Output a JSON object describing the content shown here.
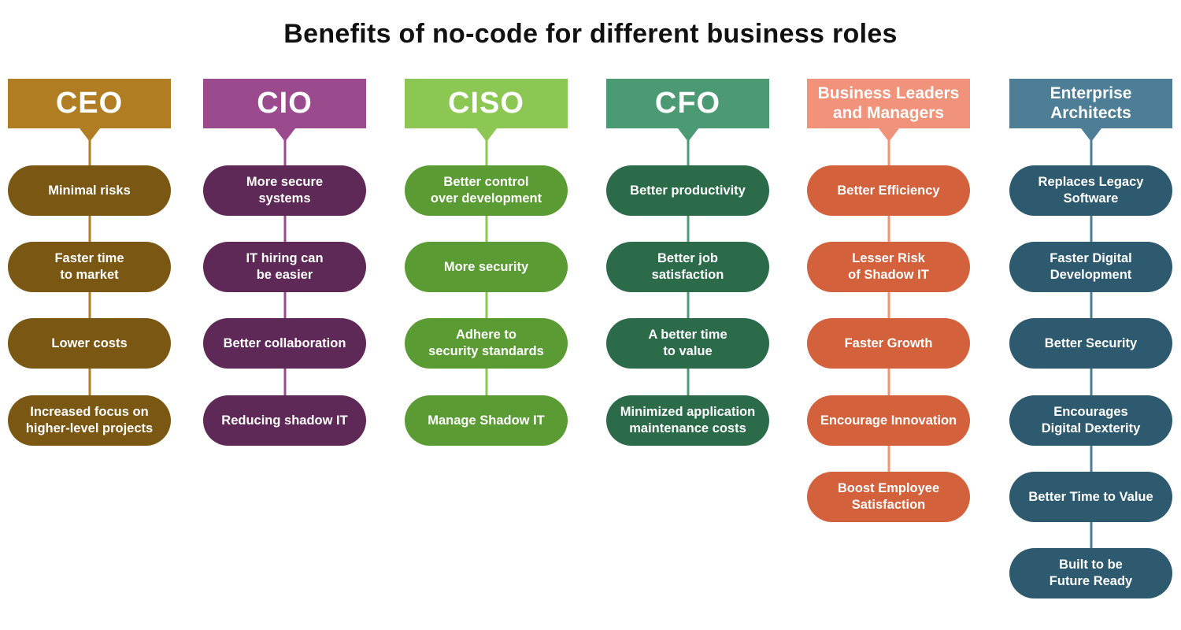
{
  "title": "Benefits of no-code for different business roles",
  "columns": [
    {
      "role": "CEO",
      "header_color": "#b07d22",
      "pill_color": "#7a5814",
      "benefits": [
        "Minimal risks",
        "Faster time\nto market",
        "Lower costs",
        "Increased focus on\nhigher-level projects"
      ]
    },
    {
      "role": "CIO",
      "header_color": "#9b4a8e",
      "pill_color": "#5e2957",
      "benefits": [
        "More secure\nsystems",
        "IT hiring can\nbe easier",
        "Better collaboration",
        "Reducing shadow IT"
      ]
    },
    {
      "role": "CISO",
      "header_color": "#8cc653",
      "pill_color": "#5b9b33",
      "benefits": [
        "Better control\nover development",
        "More security",
        "Adhere to\nsecurity standards",
        "Manage Shadow IT"
      ]
    },
    {
      "role": "CFO",
      "header_color": "#4c9a73",
      "pill_color": "#2c6b4a",
      "benefits": [
        "Better productivity",
        "Better job\nsatisfaction",
        "A better time\nto value",
        "Minimized application\nmaintenance costs"
      ]
    },
    {
      "role": "Business Leaders\nand Managers",
      "header_color": "#f0937a",
      "pill_color": "#d2613c",
      "benefits": [
        "Better Efficiency",
        "Lesser Risk\nof Shadow IT",
        "Faster Growth",
        "Encourage Innovation",
        "Boost Employee\nSatisfaction"
      ]
    },
    {
      "role": "Enterprise\nArchitects",
      "header_color": "#4d7e96",
      "pill_color": "#2d5a6e",
      "benefits": [
        "Replaces Legacy\nSoftware",
        "Faster Digital\nDevelopment",
        "Better Security",
        "Encourages\nDigital Dexterity",
        "Better Time to Value",
        "Built to be\nFuture Ready"
      ]
    }
  ]
}
